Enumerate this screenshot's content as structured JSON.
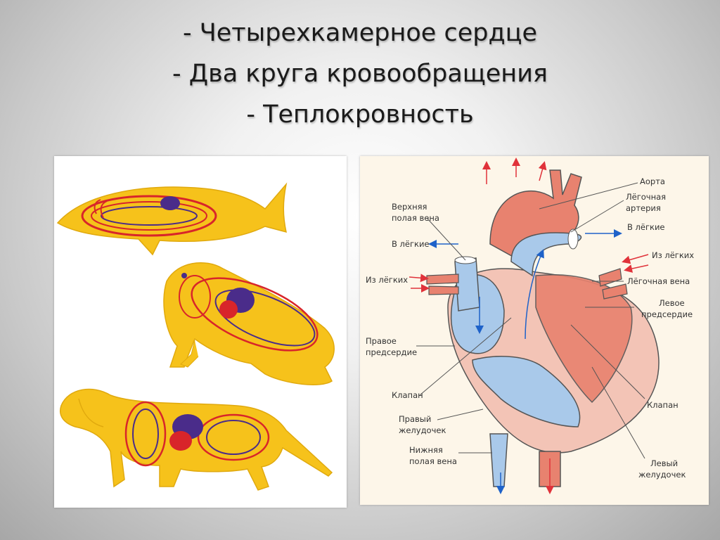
{
  "slide": {
    "title_lines": [
      "- Четырехкамерное сердце",
      "- Два круга кровообращения",
      "- Теплокровность"
    ]
  },
  "animals_figure": {
    "items": [
      "fish",
      "frog",
      "dog"
    ],
    "colors": {
      "body": "#f6c21b",
      "arterial": "#d8252a",
      "venous": "#4a2c8a"
    }
  },
  "heart_figure": {
    "labels": {
      "aorta": "Аорта",
      "pulmonary_artery_1": "Лёгочная",
      "pulmonary_artery_2": "артерия",
      "to_lungs_right": "В лёгкие",
      "from_lungs_right": "Из лёгких",
      "pulmonary_vein": "Лёгочная вена",
      "left_atrium_1": "Левое",
      "left_atrium_2": "предсердие",
      "valve_right": "Клапан",
      "left_ventricle_1": "Левый",
      "left_ventricle_2": "желудочек",
      "superior_vena_cava_1": "Верхняя",
      "superior_vena_cava_2": "полая вена",
      "to_lungs_left": "В лёгкие",
      "from_lungs_left": "Из лёгких",
      "right_atrium_1": "Правое",
      "right_atrium_2": "предсердие",
      "valve_left": "Клапан",
      "right_ventricle_1": "Правый",
      "right_ventricle_2": "желудочек",
      "inferior_vena_cava_1": "Нижняя",
      "inferior_vena_cava_2": "полая вена"
    },
    "colors": {
      "arterial": "#e8826f",
      "venous": "#a9c9ea",
      "flow_arrow_red": "#e0323a",
      "flow_arrow_blue": "#1e62c9",
      "muscle": "#f3c4b6"
    }
  }
}
